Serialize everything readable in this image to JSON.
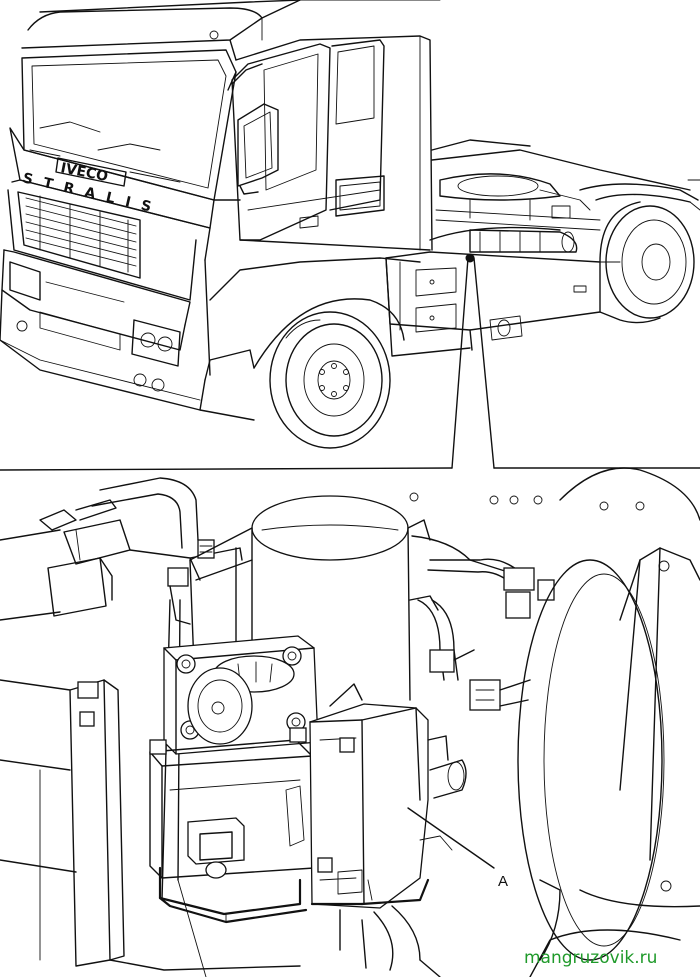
{
  "figure": {
    "brand_badge": "IVECO",
    "model_lettering": "STRALIS",
    "callout_label": "A",
    "watermark": "mangruzovik.ru"
  },
  "colors": {
    "line": "#111111",
    "background": "#ffffff",
    "watermark": "#1f9a2a"
  },
  "icons": {
    "callout_marker": "filled-dot"
  }
}
